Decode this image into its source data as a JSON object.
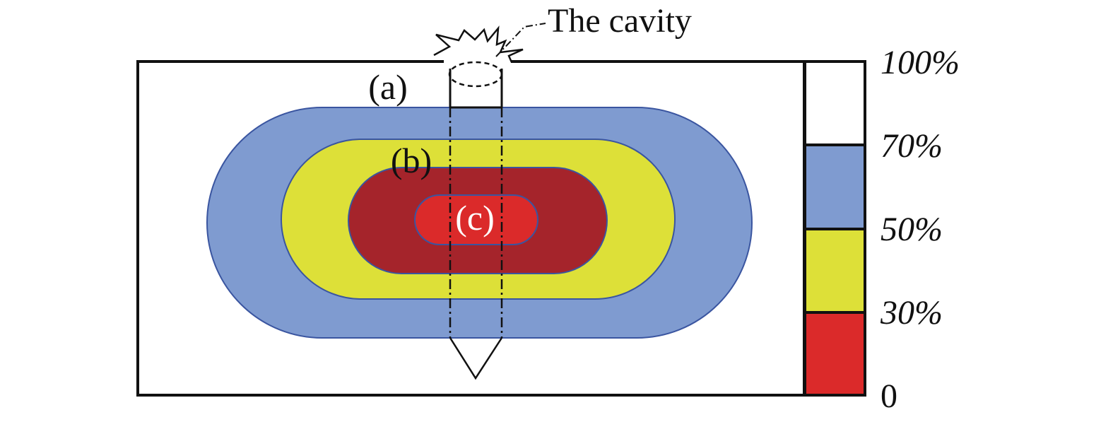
{
  "callout": {
    "text": "The cavity"
  },
  "region_labels": {
    "a": "(a)",
    "b": "(b)",
    "c": "(c)"
  },
  "legend": {
    "ticks": [
      "100%",
      "70%",
      "50%",
      "30%",
      "0"
    ],
    "bands": [
      {
        "range": "70%–100%",
        "color": "#ffffff"
      },
      {
        "range": "50%–70%",
        "color": "#7f9bd0"
      },
      {
        "range": "30%–50%",
        "color": "#dde038"
      },
      {
        "range": "0–30%",
        "color": "#db2a2a"
      }
    ]
  },
  "zones": [
    {
      "region": "a",
      "color": "#7f9bd0"
    },
    {
      "region": "b",
      "color": "#dde038"
    },
    {
      "region": "core",
      "color": "#a5242b"
    },
    {
      "region": "c",
      "color": "#db2a2a"
    }
  ],
  "colors": {
    "outline": "#111111",
    "zone_border": "#3a55a0",
    "label_light": "#ffffff"
  }
}
